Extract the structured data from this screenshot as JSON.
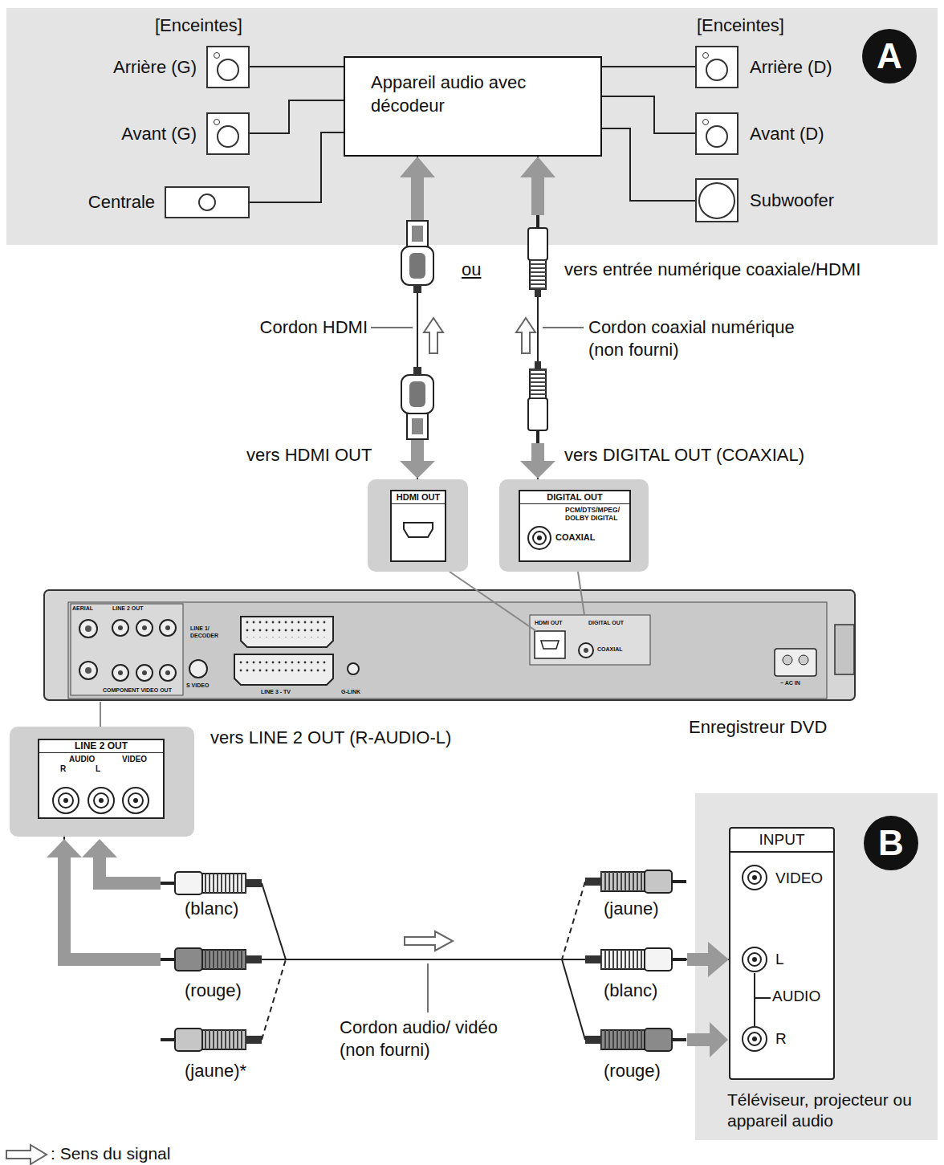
{
  "diagram": {
    "nodes": [
      {
        "text": [
          "A"
        ]
      },
      {
        "text": [
          "Arrière (G)"
        ],
        "in": 0
      },
      {
        "text": [
          "Appareil audio avec décodeur"
        ],
        "in": 0
      },
      {
        "text": [
          "Arrière (D)"
        ],
        "in": 0
      },
      {
        "text": [
          "Avant (G)"
        ],
        "in": 0
      },
      {
        "text": [
          "Avant (D)"
        ],
        "in": 0
      },
      {
        "text": [
          "Centrale"
        ],
        "in": 0
      },
      {
        "text": [
          "Subwoofer"
        ],
        "in": 0
      },
      {
        "text": [
          "HDMI OUT"
        ]
      },
      {
        "text": [
          "DIGITAL OUT",
          "PCM/DTS/MPEG/ DOLBY DIGITAL",
          "COAXIAL"
        ]
      },
      {
        "text": [
          "Enregistreur DVD"
        ]
      },
      {
        "text": [
          "LINE 2 OUT"
        ]
      },
      {
        "text": [
          "B"
        ]
      },
      {
        "text": [
          "INPUT"
        ],
        "in": 12
      }
    ],
    "edges": [
      {
        "from": 1,
        "to": 2,
        "arrow": "none"
      },
      {
        "from": 4,
        "to": 2,
        "arrow": "none"
      },
      {
        "from": 6,
        "to": 2,
        "arrow": "none"
      },
      {
        "from": 3,
        "to": 2,
        "arrow": "none"
      },
      {
        "from": 5,
        "to": 2,
        "arrow": "none"
      },
      {
        "from": 7,
        "to": 2,
        "arrow": "none"
      },
      {
        "from": 8,
        "to": 2,
        "label": "Cordon HDMI",
        "arrow": "to"
      },
      {
        "from": 9,
        "to": 2,
        "label": "Cordon coaxial numérique (non fourni)",
        "arrow": "to"
      },
      {
        "from": 11,
        "to": 13,
        "label": "Cordon audio/ vidéo (non fourni)",
        "arrow": "to"
      }
    ],
    "labels": [
      "[Enceintes]",
      "[Enceintes]",
      "ou",
      "vers entrée numérique coaxiale/HDMI",
      "vers HDMI OUT",
      "vers DIGITAL OUT (COAXIAL)",
      "vers LINE 2 OUT (R-AUDIO-L)",
      "AUDIO",
      "R",
      "L",
      "VIDEO",
      "(blanc)",
      "(rouge)",
      "(jaune)*",
      "(jaune)",
      "(blanc)",
      "(rouge)",
      "VIDEO",
      "L",
      "AUDIO",
      "R",
      "Téléviseur, projecteur ou appareil audio",
      "AERIAL",
      "LINE 2 OUT",
      "LINE 1/ DECODER",
      "COMPONENT VIDEO OUT",
      "S VIDEO",
      "LINE 3 - TV",
      "G-LINK",
      "HDMI OUT",
      "DIGITAL OUT",
      "COAXIAL",
      "~ AC IN"
    ],
    "legend": [
      {
        "text": ": Sens du signal"
      }
    ]
  }
}
